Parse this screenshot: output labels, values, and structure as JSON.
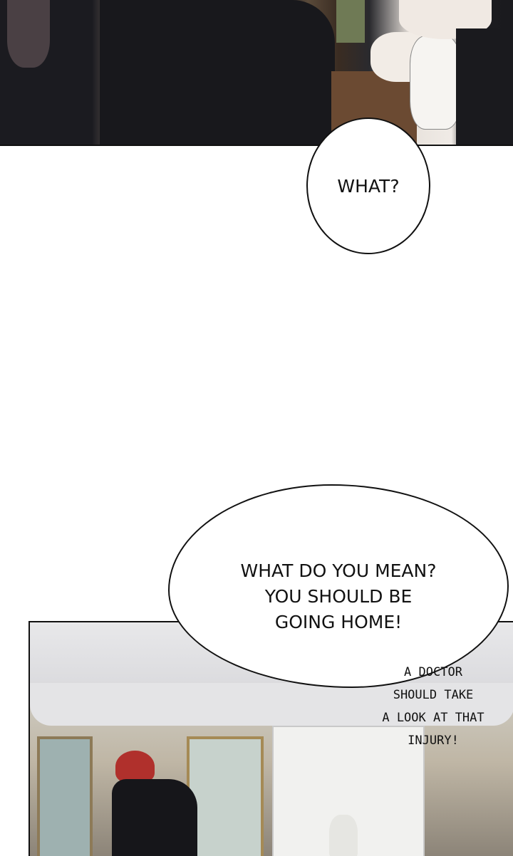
{
  "bubbles": [
    {
      "text": "WHAT?"
    },
    {
      "text": "WHAT DO YOU MEAN? YOU SHOULD BE GOING HOME!"
    }
  ],
  "side_text": "A DOCTOR\nSHOULD TAKE\nA LOOK AT THAT\nINJURY!"
}
